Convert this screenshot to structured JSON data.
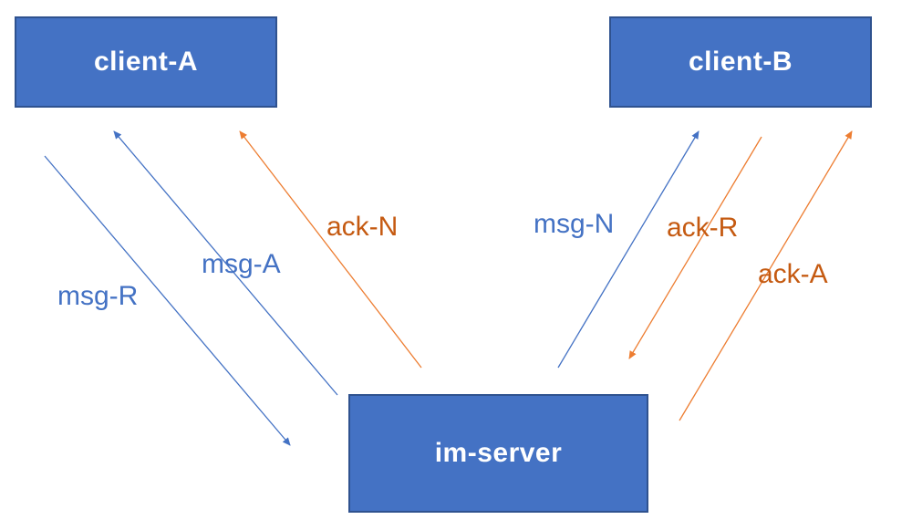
{
  "nodes": {
    "client_a": "client-A",
    "client_b": "client-B",
    "server": "im-server"
  },
  "edges": {
    "msg_r": "msg-R",
    "msg_a": "msg-A",
    "ack_n": "ack-N",
    "msg_n": "msg-N",
    "ack_r": "ack-R",
    "ack_a": "ack-A"
  },
  "colors": {
    "node_fill": "#4472c4",
    "node_border": "#2f528f",
    "node_text": "#ffffff",
    "msg_arrow": "#4472c4",
    "ack_arrow": "#ed7d31",
    "ack_text": "#c55a11"
  }
}
